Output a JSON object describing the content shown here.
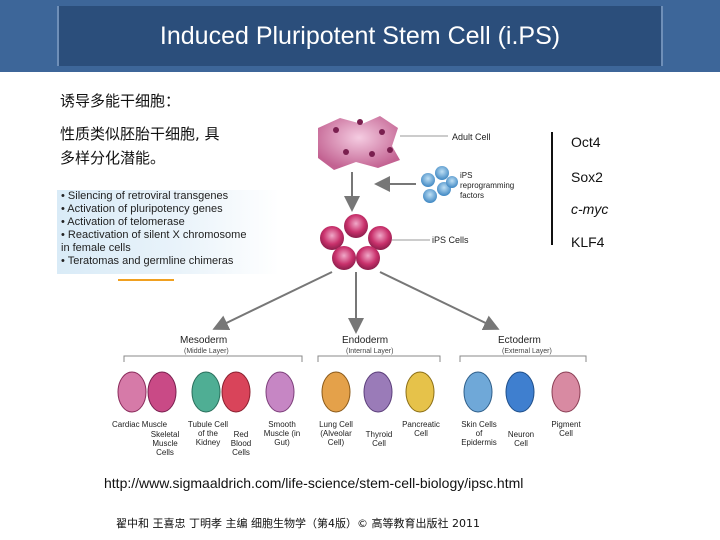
{
  "title": "Induced Pluripotent Stem Cell (i.PS)",
  "text_line1": "诱导多能干细胞：",
  "text_line2a": "性质类似胚胎干细胞, 具",
  "text_line2b": "多样分化潜能。",
  "properties": [
    "• Silencing of retroviral transgenes",
    "• Activation of pluripotency genes",
    "• Activation of telomerase",
    "• Reactivation of silent X chromosome",
    "   in female cells",
    "• Teratomas and germline chimeras"
  ],
  "factors": [
    "Oct4",
    "Sox2",
    "c-myc",
    "KLF4"
  ],
  "diagram": {
    "adult_cell": "Adult Cell",
    "ips_factors": [
      "iPS",
      "reprogramming",
      "factors"
    ],
    "ips_cells": "iPS Cells",
    "layers": [
      {
        "name": "Mesoderm",
        "sub": "(Middle Layer)"
      },
      {
        "name": "Endoderm",
        "sub": "(Internal Layer)"
      },
      {
        "name": "Ectoderm",
        "sub": "(External Layer)"
      }
    ],
    "cell_types": [
      "Cardiac Muscle",
      "Skeletal Muscle Cells",
      "Tubule Cell of the Kidney",
      "Red Blood Cells",
      "Smooth Muscle (in Gut)",
      "Lung Cell (Alveolar Cell)",
      "Thyroid Cell",
      "Pancreatic Cell",
      "Skin Cells of Epidermis",
      "Neuron Cell",
      "Pigment Cell"
    ]
  },
  "url": "http://www.sigmaaldrich.com/life-science/stem-cell-biology/ipsc.html",
  "citation": "翟中和 王喜忠 丁明孝 主编 细胞生物学（第4版）© 高等教育出版社 2011"
}
